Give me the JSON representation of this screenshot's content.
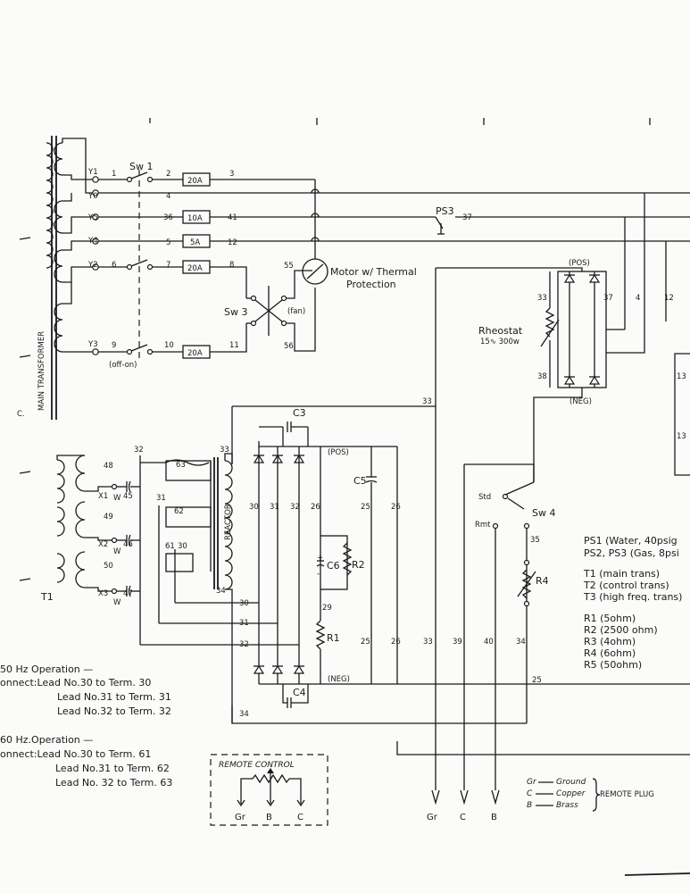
{
  "labels": {
    "main_transformer": "MAIN TRANSFORMER",
    "reactor": "REACTOR",
    "t1": "T1",
    "c_left": "C.",
    "sw1": "Sw 1",
    "sw3": "Sw 3",
    "sw4": "Sw 4",
    "fan": "(fan)",
    "off_on": "(off-on)",
    "motor": "Motor w/ Thermal",
    "protection": "Protection",
    "ps3": "PS3",
    "rheostat": "Rheostat",
    "rheostat_rating": "15∿ 300w",
    "pos_top": "(POS)",
    "neg_top": "(NEG)",
    "pos_mid": "(POS)",
    "neg_mid": "(NEG)",
    "std": "Std",
    "rmt": "Rmt",
    "r1": "R1",
    "r2": "R2",
    "r4": "R4",
    "c3": "C3",
    "c4": "C4",
    "c5": "C5",
    "c6": "C6",
    "w1": "W",
    "w2": "W",
    "w3": "W"
  },
  "fuses": [
    "20A",
    "10A",
    "5A",
    "20A",
    "20A"
  ],
  "taps": [
    "Y1",
    "Y0",
    "Y5",
    "Y4",
    "Y2",
    "Y3"
  ],
  "secondary_taps": [
    "X1",
    "X2",
    "X3"
  ],
  "wire_numbers": {
    "n1": "1",
    "n2": "2",
    "n3": "3",
    "n4": "4",
    "n36": "36",
    "n41": "41",
    "n5": "5",
    "n12": "12",
    "n6": "6",
    "n7": "7",
    "n8": "8",
    "n9": "9",
    "n10": "10",
    "n11": "11",
    "n55": "55",
    "n56": "56",
    "n37": "37",
    "n37b": "37",
    "n33a": "33",
    "n38": "38",
    "n4b": "4",
    "n12b": "12",
    "n13a": "13",
    "n13b": "13",
    "n33b": "33",
    "n32": "32",
    "n33c": "33",
    "n48": "48",
    "n45": "45",
    "n63": "63",
    "n31": "31",
    "n62": "62",
    "n49": "49",
    "n46": "46",
    "n61": "61",
    "n30": "30",
    "n50": "50",
    "n47": "47",
    "n34": "34",
    "c30": "30",
    "c31": "31",
    "c32": "32",
    "c26": "26",
    "c25": "25",
    "c26b": "26",
    "n29": "29",
    "b25": "25",
    "b26": "26",
    "b33": "33",
    "b39": "39",
    "b40": "40",
    "b34": "34",
    "n35": "35",
    "w30": "30",
    "w31": "31",
    "w32": "32",
    "n25r": "25",
    "n34b": "34"
  },
  "specs": {
    "ps": [
      "PS1 (Water, 40psig",
      "PS2, PS3 (Gas, 8psi"
    ],
    "trans": [
      "T1 (main trans)",
      "T2 (control trans)",
      "T3 (high freq. trans)"
    ],
    "res": [
      "R1 (5ohm)",
      "R2 (2500 ohm)",
      "R3 (4ohm)",
      "R4 (6ohm)",
      "R5 (50ohm)"
    ]
  },
  "ops": {
    "op1_title": "50 Hz Operation —",
    "op1_connect": "onnect:Lead No.30 to Term. 30",
    "op1_l2": "Lead No.31 to Term. 31",
    "op1_l3": "Lead No.32 to Term. 32",
    "op2_title": "60 Hz.Operation —",
    "op2_connect": "onnect:Lead No.30 to Term. 61",
    "op2_l2": "Lead No.31 to Term. 62",
    "op2_l3": "Lead No. 32 to Term. 63"
  },
  "remote_control": {
    "title": "REMOTE CONTROL",
    "gr": "Gr",
    "b": "B",
    "c": "C"
  },
  "plug_terminals": [
    "Gr",
    "C",
    "B"
  ],
  "legend": {
    "gr": "Gr",
    "ground": "Ground",
    "c": "C",
    "copper": "Copper",
    "b": "B",
    "brass": "Brass",
    "plug": "REMOTE PLUG"
  }
}
